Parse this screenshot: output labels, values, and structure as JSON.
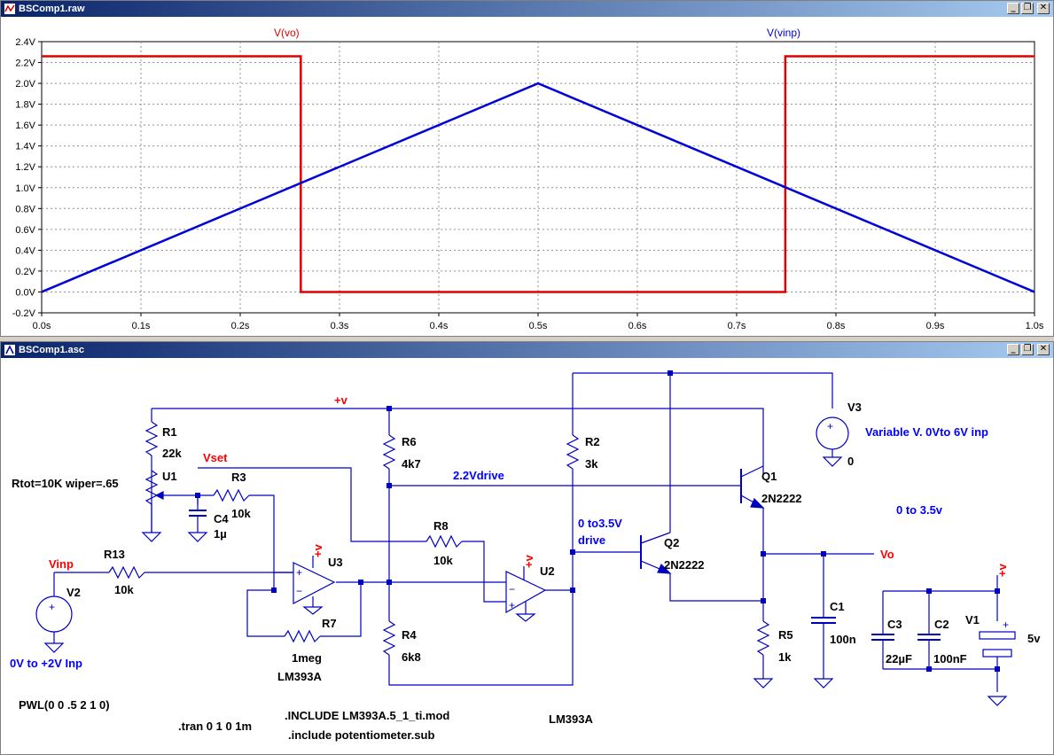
{
  "plot_window": {
    "title": "BSComp1.raw",
    "buttons": {
      "minimize": "_",
      "restore": "❐",
      "close": "✕"
    }
  },
  "schematic_window": {
    "title": "BSComp1.asc",
    "buttons": {
      "minimize": "_",
      "restore": "❐",
      "close": "✕"
    }
  },
  "colors": {
    "vo_trace": "#e00000",
    "vinp_trace": "#0000d8",
    "wire": "#0000c0",
    "net_label": "#ff0000",
    "comment": "#0000ff",
    "grid": "#909090"
  },
  "chart_data": {
    "type": "line",
    "title": "",
    "xlabel": "",
    "ylabel": "",
    "xlim": [
      0,
      1.0
    ],
    "ylim": [
      -0.2,
      2.4
    ],
    "grid": true,
    "x_ticks": [
      "0.0s",
      "0.1s",
      "0.2s",
      "0.3s",
      "0.4s",
      "0.5s",
      "0.6s",
      "0.7s",
      "0.8s",
      "0.9s",
      "1.0s"
    ],
    "y_ticks": [
      "2.4V",
      "2.2V",
      "2.0V",
      "1.8V",
      "1.6V",
      "1.4V",
      "1.2V",
      "1.0V",
      "0.8V",
      "0.6V",
      "0.4V",
      "0.2V",
      "0.0V",
      "-0.2V"
    ],
    "series": [
      {
        "name": "V(vo)",
        "color": "#e00000",
        "x": [
          0,
          0.261,
          0.261,
          0.749,
          0.749,
          1.0
        ],
        "y": [
          2.26,
          2.26,
          0.0,
          0.0,
          2.26,
          2.26
        ]
      },
      {
        "name": "V(vinp)",
        "color": "#0000d8",
        "x": [
          0,
          0.5,
          1.0
        ],
        "y": [
          0,
          2.0,
          0
        ]
      }
    ]
  },
  "schematic": {
    "labels": {
      "plus_v": "+v",
      "r1": "R1",
      "r1_val": "22k",
      "u1": "U1",
      "rtot": "Rtot=10K wiper=.65",
      "vset": "Vset",
      "r3": "R3",
      "r3_val": "10k",
      "c4": "C4",
      "c4_val": "1µ",
      "r6": "R6",
      "r6_val": "4k7",
      "r2": "R2",
      "r2_val": "3k",
      "drive22": "2.2Vdrive",
      "q1": "Q1",
      "q1_val": "2N2222",
      "v3": "V3",
      "v3_desc": "Variable V. 0Vto 6V inp",
      "v3_zero": "0",
      "range_035": "0 to 3.5v",
      "drive035_a": "0 to3.5V",
      "drive035_b": "drive",
      "q2": "Q2",
      "q2_val": "2N2222",
      "vo": "Vo",
      "r8": "R8",
      "r8_val": "10k",
      "u2": "U2",
      "u3": "U3",
      "vinp": "Vinp",
      "r13": "R13",
      "r13_val": "10k",
      "v2": "V2",
      "v2_desc": "0V to +2V Inp",
      "r7": "R7",
      "r7_val": "1meg",
      "lm393a_1": "LM393A",
      "r4": "R4",
      "r4_val": "6k8",
      "r5": "R5",
      "r5_val": "1k",
      "c1": "C1",
      "c1_val": "100n",
      "c3": "C3",
      "c3_val": "22µF",
      "c2": "C2",
      "c2_val": "100nF",
      "v1": "V1",
      "v1_val": "5v",
      "pwl": "PWL(0 0 .5 2 1 0)",
      "tran": ".tran 0 1 0 1m",
      "include1": ".INCLUDE LM393A.5_1_ti.mod",
      "include2": ".include potentiometer.sub",
      "lm393a_2": "LM393A",
      "plus_v_u3": "+v",
      "plus_v_u2": "+v",
      "plus_v_v1": "+v"
    }
  }
}
